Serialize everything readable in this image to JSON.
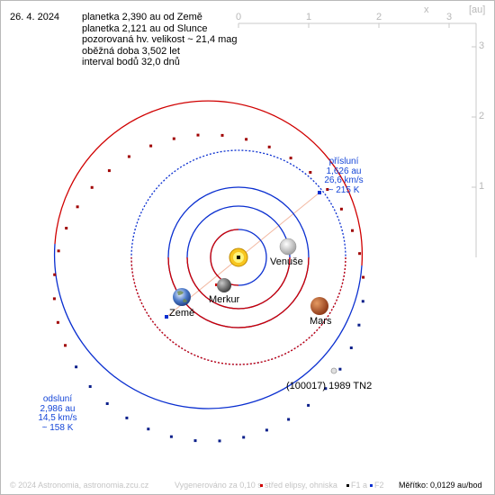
{
  "date": "26. 4. 2024",
  "info_lines": [
    "planetka 2,390 au od Země",
    "planetka 2,121 au od Slunce",
    "pozorovaná hv. velikost ~ 21,4 mag",
    "oběžná doba 3,502 let",
    "interval bodů 32,0 dnů"
  ],
  "axis": {
    "x_label": "x",
    "unit": "[au]",
    "x_ticks": [
      "0",
      "1",
      "2",
      "3"
    ],
    "y_ticks": [
      "3",
      "2",
      "1"
    ]
  },
  "perihelion": {
    "title": "přísluní",
    "distance": "1,626 au",
    "speed": "26,6 km/s",
    "temp": "~ 215 K"
  },
  "aphelion": {
    "title": "odsluní",
    "distance": "2,986 au",
    "speed": "14,5 km/s",
    "temp": "~ 158 K"
  },
  "bodies": {
    "venus": "Venuše",
    "mercury": "Merkur",
    "earth": "Země",
    "mars": "Mars",
    "asteroid": "(100017) 1989 TN2"
  },
  "footer": {
    "copyright": "© 2024 Astronomia, astronomia.zcu.cz",
    "generated": "Vygenerováno za 0,10 s",
    "center_legend": "střed elipsy, ohniska",
    "f1_legend": "F1 a",
    "f2_legend": "F2",
    "scale": "Měřítko: 0,0129 au/bod"
  },
  "colors": {
    "orbit_blue": "#0a2fd0",
    "orbit_red": "#d00000",
    "label_blue": "#1546d8",
    "axis_gray": "#b8b8b8"
  }
}
